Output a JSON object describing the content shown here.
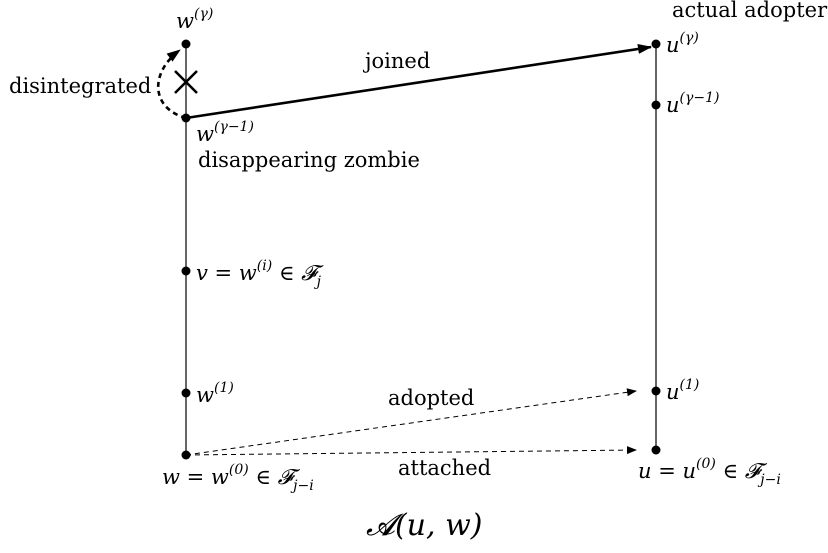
{
  "labels": {
    "actual_adopter": "actual adopter",
    "joined": "joined",
    "disintegrated": "disintegrated",
    "disappearing_zombie": "disappearing zombie",
    "adopted": "adopted",
    "attached": "attached"
  },
  "nodes": {
    "w_gamma": {
      "base": "w",
      "sup": "(γ)"
    },
    "w_gamma_minus_1": {
      "base": "w",
      "sup": "(γ−1)"
    },
    "v": {
      "base": "v = w",
      "sup": "(i)",
      "tail": " ∈ 𝓕",
      "sub": "j"
    },
    "w_1": {
      "base": "w",
      "sup": "(1)"
    },
    "w_0": {
      "base": "w = w",
      "sup": "(0)",
      "tail": " ∈ 𝓕",
      "sub": "j−i"
    },
    "u_gamma": {
      "base": "u",
      "sup": "(γ)"
    },
    "u_gamma_minus_1": {
      "base": "u",
      "sup": "(γ−1)"
    },
    "u_1": {
      "base": "u",
      "sup": "(1)"
    },
    "u_0": {
      "base": "u = u",
      "sup": "(0)",
      "tail": " ∈ 𝓕",
      "sub": "j−i"
    }
  },
  "caption": "𝓐(u, w)"
}
